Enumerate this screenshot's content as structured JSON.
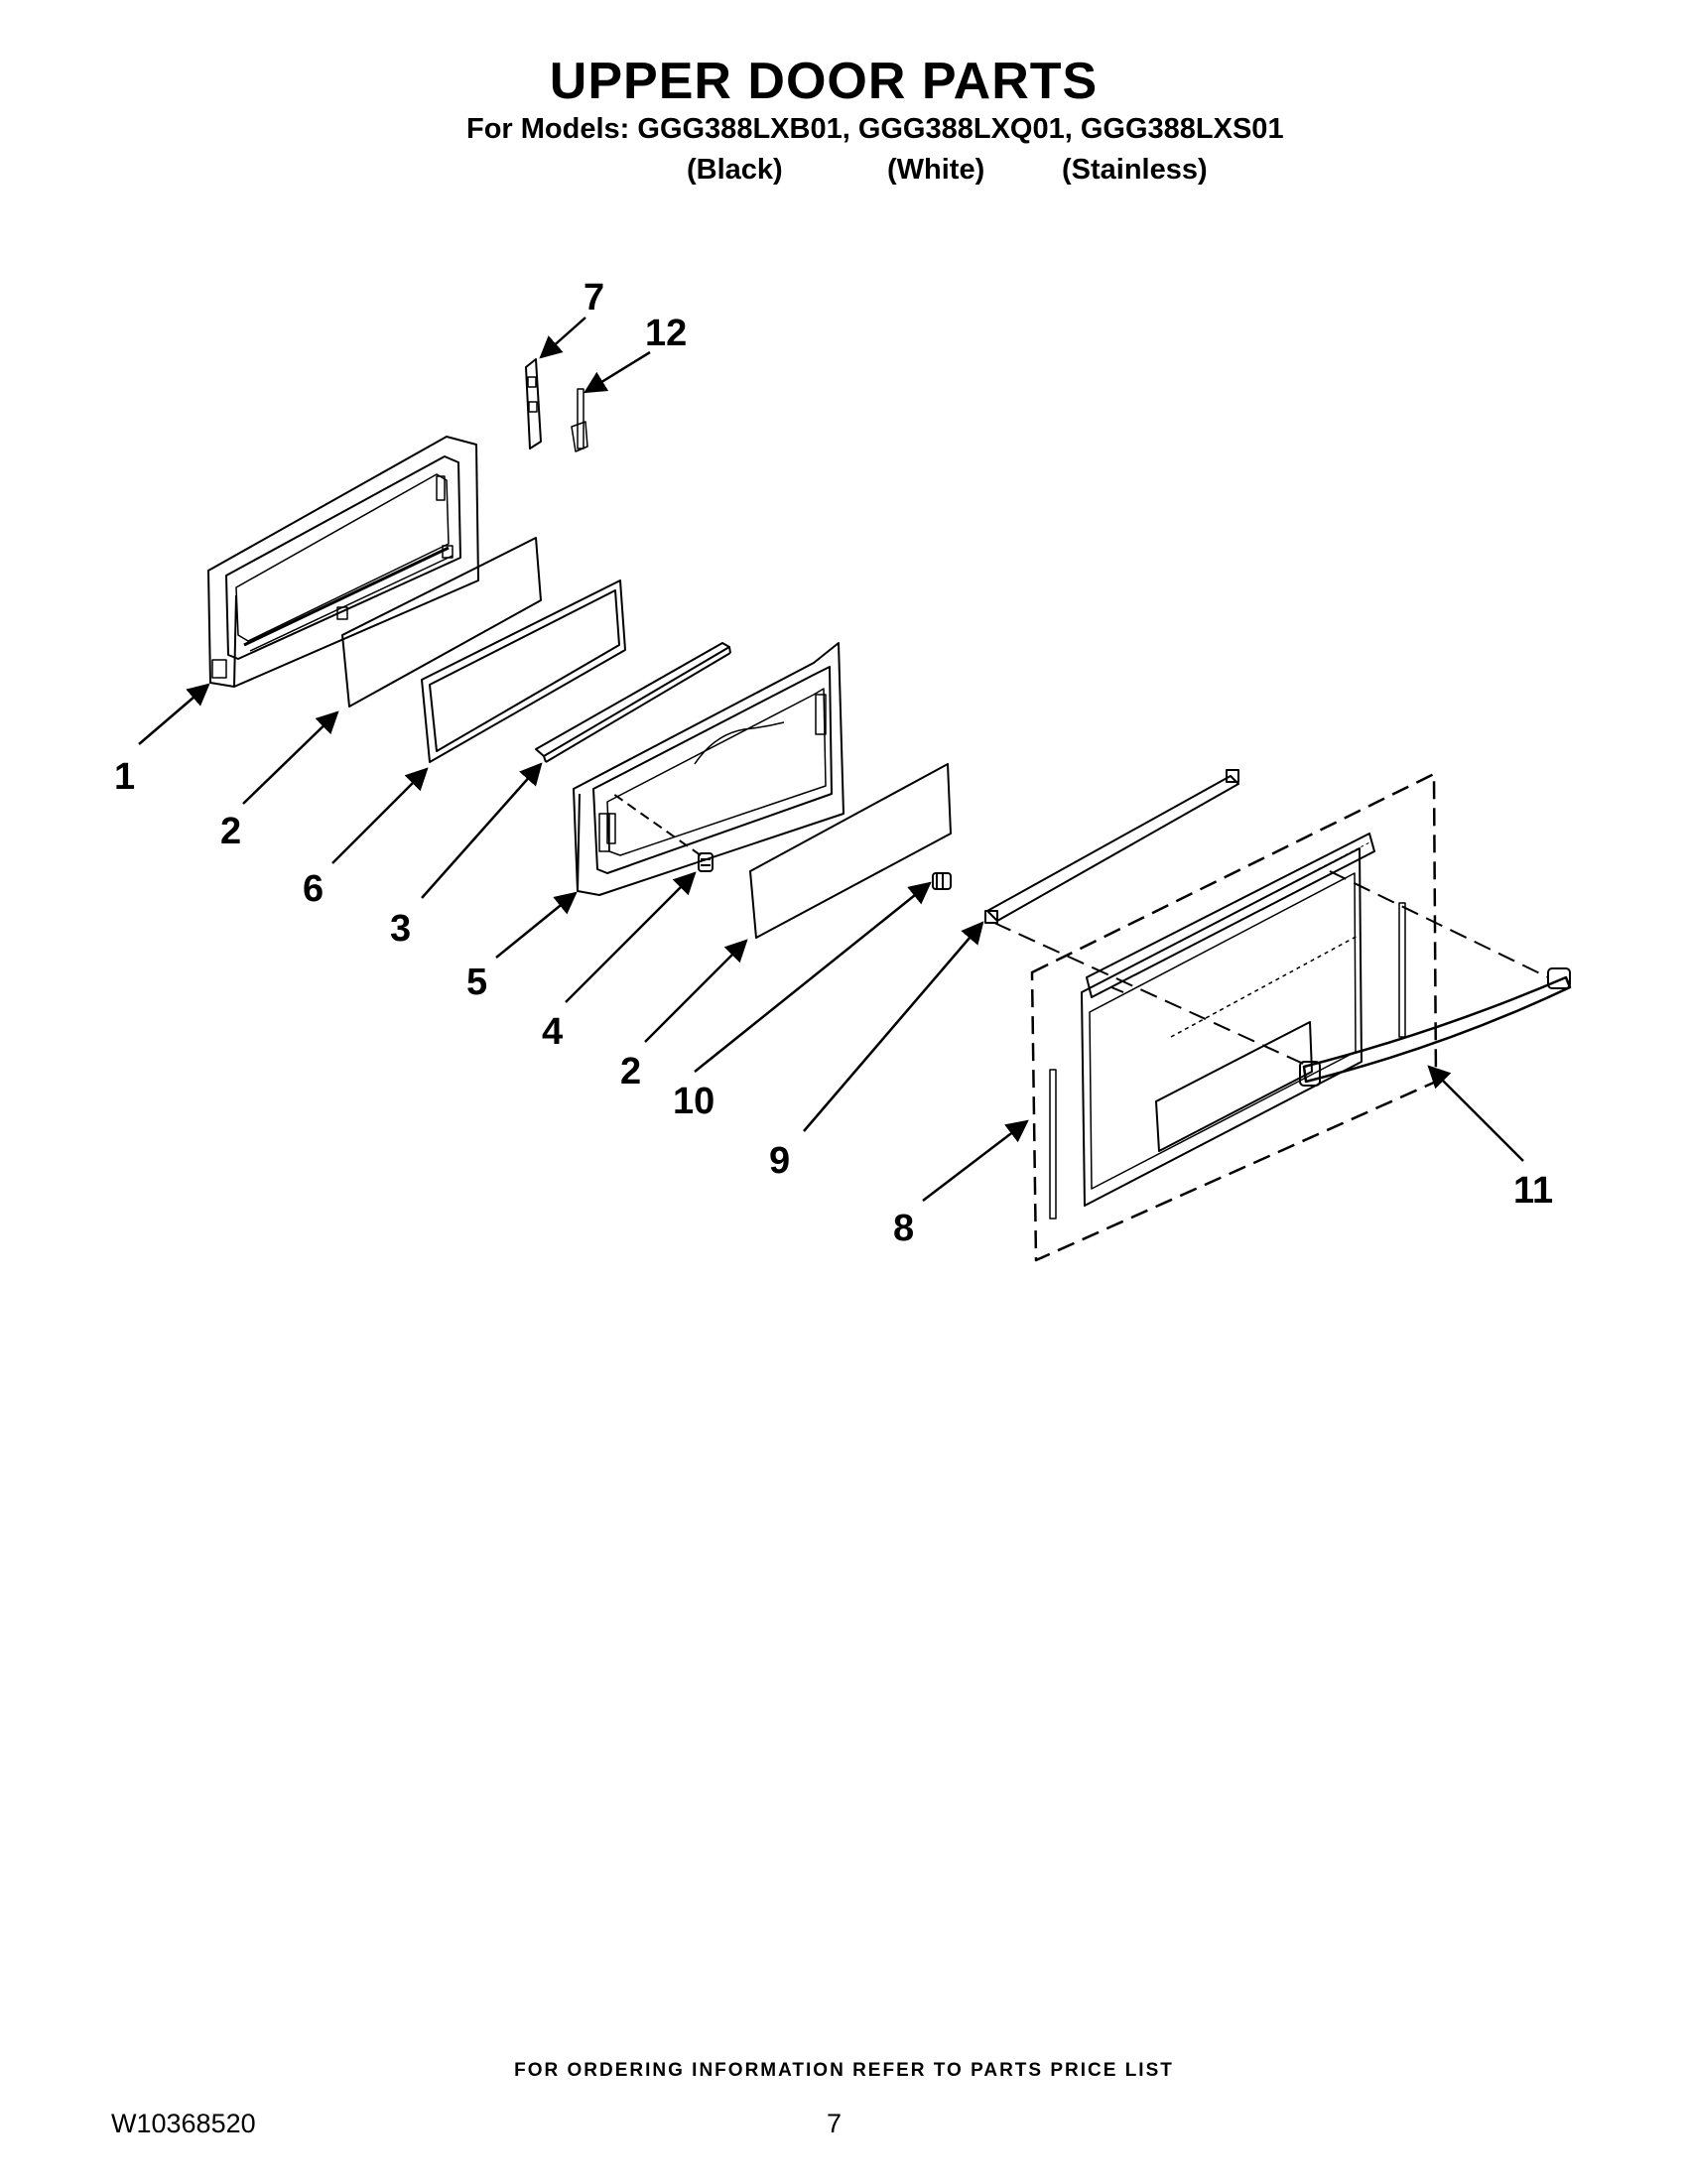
{
  "header": {
    "title": "UPPER DOOR PARTS",
    "models_line": "For Models: GGG388LXB01, GGG388LXQ01, GGG388LXS01",
    "colors": [
      "(Black)",
      "(White)",
      "(Stainless)"
    ]
  },
  "callouts": {
    "c1": "1",
    "c2a": "2",
    "c2b": "2",
    "c3": "3",
    "c4": "4",
    "c5": "5",
    "c6": "6",
    "c7": "7",
    "c8": "8",
    "c9": "9",
    "c10": "10",
    "c11": "11",
    "c12": "12"
  },
  "footer": {
    "ordering_note": "FOR ORDERING INFORMATION REFER TO PARTS PRICE LIST",
    "doc_number": "W10368520",
    "page_number": "7"
  }
}
